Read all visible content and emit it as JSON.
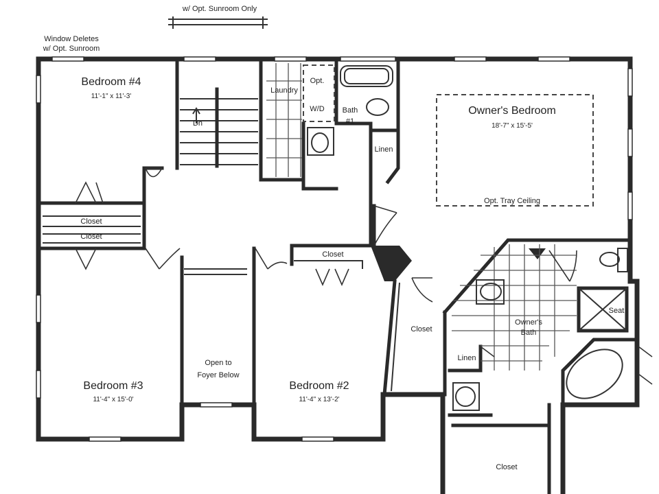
{
  "notes": {
    "sunroom_top": "w/ Opt. Sunroom Only",
    "window_deletes_line1": "Window Deletes",
    "window_deletes_line2": "w/ Opt. Sunroom"
  },
  "rooms": {
    "bedroom4": {
      "name": "Bedroom #4",
      "dims": "11'-1\" x 11'-3'"
    },
    "bedroom3": {
      "name": "Bedroom #3",
      "dims": "11'-4\" x 15'-0'"
    },
    "bedroom2": {
      "name": "Bedroom #2",
      "dims": "11'-4\" x 13'-2'"
    },
    "owners_bedroom": {
      "name": "Owner's Bedroom",
      "dims": "18'-7\" x 15'-5'",
      "note": "Opt. Tray Ceiling"
    },
    "laundry": {
      "name": "Laundry"
    },
    "opt": {
      "name": "Opt."
    },
    "wd": {
      "name": "W/D"
    },
    "bath1": {
      "line1": "Bath",
      "line2": "#1"
    },
    "linen1": {
      "name": "Linen"
    },
    "linen2": {
      "name": "Linen"
    },
    "owners_bath": {
      "line1": "Owner's",
      "line2": "Bath"
    },
    "seat": {
      "name": "Seat"
    },
    "open_foyer": {
      "line1": "Open to",
      "line2": "Foyer Below"
    },
    "stairs": {
      "label": "Dn"
    }
  },
  "closets": {
    "c1": "Closet",
    "c2": "Closet",
    "c3": "Closet",
    "c4": "Closet",
    "c5": "Closet"
  }
}
